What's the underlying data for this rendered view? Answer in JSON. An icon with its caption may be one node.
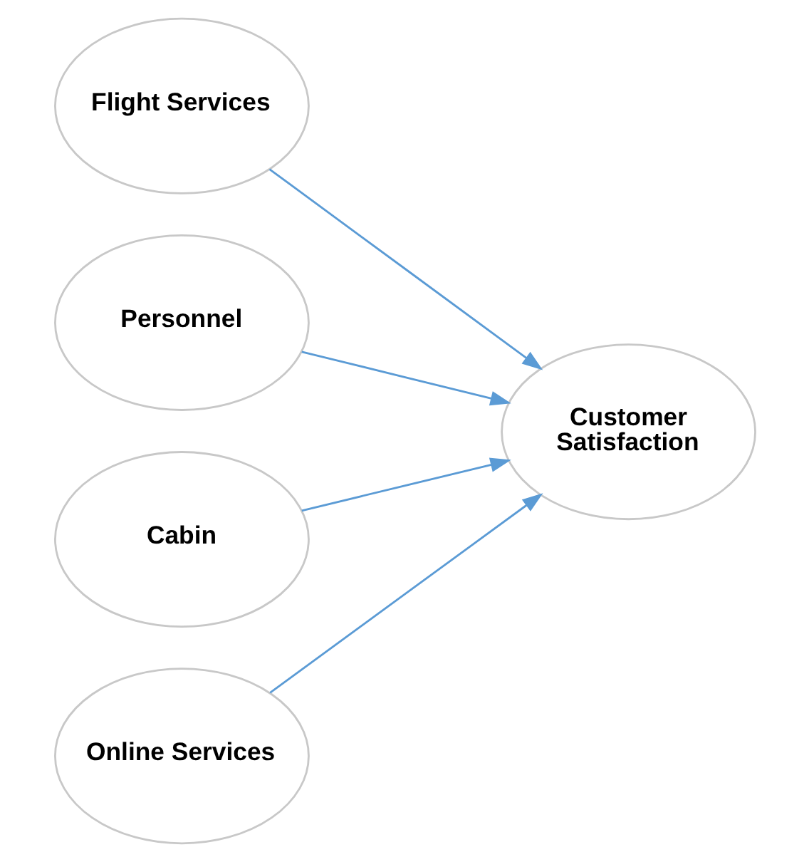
{
  "diagram": {
    "nodes": [
      {
        "text": [
          "Flight Services"
        ]
      },
      {
        "text": [
          "Personnel"
        ]
      },
      {
        "text": [
          "Cabin"
        ]
      },
      {
        "text": [
          "Online Services"
        ]
      },
      {
        "text": [
          "Customer Satisfaction"
        ]
      }
    ],
    "edges": [
      {
        "from": 0,
        "to": 4,
        "arrow": "to"
      },
      {
        "from": 1,
        "to": 4,
        "arrow": "to"
      },
      {
        "from": 2,
        "to": 4,
        "arrow": "to"
      },
      {
        "from": 3,
        "to": 4,
        "arrow": "to"
      }
    ]
  }
}
